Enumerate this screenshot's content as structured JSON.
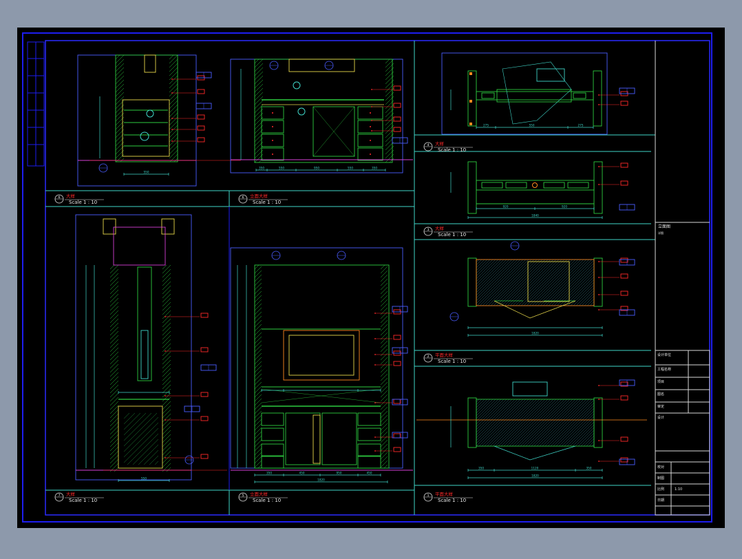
{
  "title_block": {
    "rows": [
      "设计单位",
      "工程名称",
      "项目",
      "图名",
      "审定",
      "设计",
      "校对",
      "制图",
      "比例",
      "日期"
    ],
    "values": [
      "",
      "",
      "",
      "",
      "",
      "",
      "",
      "",
      "1:10",
      ""
    ]
  },
  "sheet_notes": [
    "立面图",
    "详图"
  ],
  "views": [
    {
      "num": "6",
      "title": "大样",
      "scale": "Scale 1 : 10"
    },
    {
      "num": "6",
      "title": "立面大样",
      "scale": "Scale 1 : 10"
    },
    {
      "num": "4",
      "title": "大样",
      "scale": "Scale 1 : 10"
    },
    {
      "num": "3",
      "title": "大样",
      "scale": "Scale 1 : 10"
    },
    {
      "num": "2",
      "title": "平面大样",
      "scale": "Scale 1 : 10"
    },
    {
      "num": "7",
      "title": "大样",
      "scale": "Scale 1 : 10"
    },
    {
      "num": "5",
      "title": "立面大样",
      "scale": "Scale 1 : 10"
    },
    {
      "num": "1",
      "title": "平面大样",
      "scale": "Scale 1 : 10"
    }
  ],
  "dims": {
    "v1_bottom": "550",
    "v2_bottom": [
      "350",
      "550",
      "950",
      "550",
      "350"
    ],
    "v4_bottom": [
      "275",
      "550",
      "275"
    ],
    "v3_bottom": [
      "920",
      "920"
    ],
    "v3_total": "1840",
    "v2p_bottom": "1820",
    "v7_bottom": "550",
    "v5_bottom": [
      "350",
      "450",
      "950",
      "450",
      "350"
    ],
    "v5_total": "1820",
    "v1p_bottom": [
      "350",
      "1120",
      "350"
    ],
    "v1p_total": "1820"
  },
  "colors": {
    "background": "#000000",
    "frame": "#1d1df0",
    "green": "#2ecc40",
    "cyan": "#3fd6c8",
    "red": "#ff2a2a",
    "yellow": "#e8d84a",
    "orange": "#ff8a1e",
    "magenta": "#d63fd6",
    "blue": "#4a5cff",
    "white": "#e6e6e6"
  }
}
